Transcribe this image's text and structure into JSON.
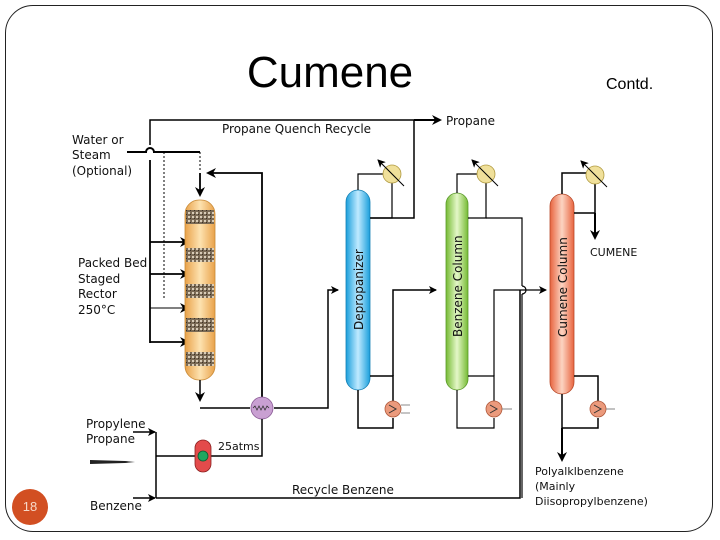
{
  "slide": {
    "title": "Cumene",
    "subtitle": "Contd.",
    "page_number": "18"
  },
  "diagram": {
    "streams": {
      "propane_out": "Propane",
      "propane_quench_recycle": "Propane Quench Recycle",
      "water_steam_line1": "Water or",
      "water_steam_line2": "Steam",
      "water_steam_line3": "(Optional)",
      "propylene": "Propylene",
      "propane_feed": "Propane",
      "benzene": "Benzene",
      "recycle_benzene": "Recycle Benzene",
      "pressure": "25atms",
      "cumene_product": "CUMENE",
      "poly_line1": "Polyalklbenzene",
      "poly_line2": "(Mainly",
      "poly_line3": "Diisopropylbenzene)"
    },
    "reactor": {
      "line1": "Packed Bed",
      "line2": "Staged",
      "line3": "Rector",
      "line4": "250°C",
      "color": "#f6c27a"
    },
    "columns": [
      {
        "name": "Depropanizer",
        "color": "#3cb4e8"
      },
      {
        "name": "Benzene Column",
        "color": "#8ecb4a"
      },
      {
        "name": "Cumene Column",
        "color": "#ef7d5c"
      }
    ],
    "colors": {
      "condenser": "#f0e09a",
      "reboiler": "#eb9a7c",
      "heat_exchanger": "#c9a0d2",
      "pump_body": "#e34b4b",
      "pump_center": "#1fa660"
    }
  }
}
